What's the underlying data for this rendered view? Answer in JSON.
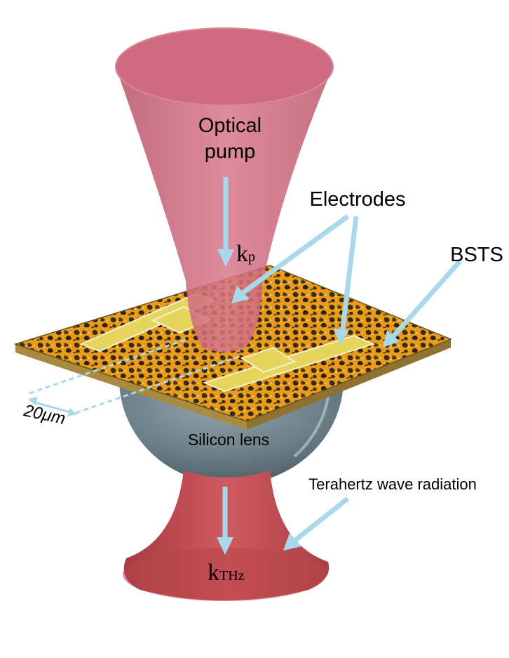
{
  "labels": {
    "optical_pump_line1": "Optical",
    "optical_pump_line2": "pump",
    "electrodes": "Electrodes",
    "bsts": "BSTS",
    "scale": "20μm",
    "silicon_lens": "Silicon lens",
    "terahertz": "Terahertz wave radiation",
    "k_pump_base": "k",
    "k_pump_sub": "p",
    "k_thz_base": "k",
    "k_thz_sub": "THz"
  },
  "colors": {
    "pump_beam": "#cf6b80",
    "pump_beam_dark": "#b9475f",
    "thz_beam": "#c65055",
    "lens": "#6e8189",
    "substrate_edge": "#a98a3e",
    "film": "#e8a020",
    "electrode": "#e4d35a",
    "arrow": "#a9d8ea"
  }
}
